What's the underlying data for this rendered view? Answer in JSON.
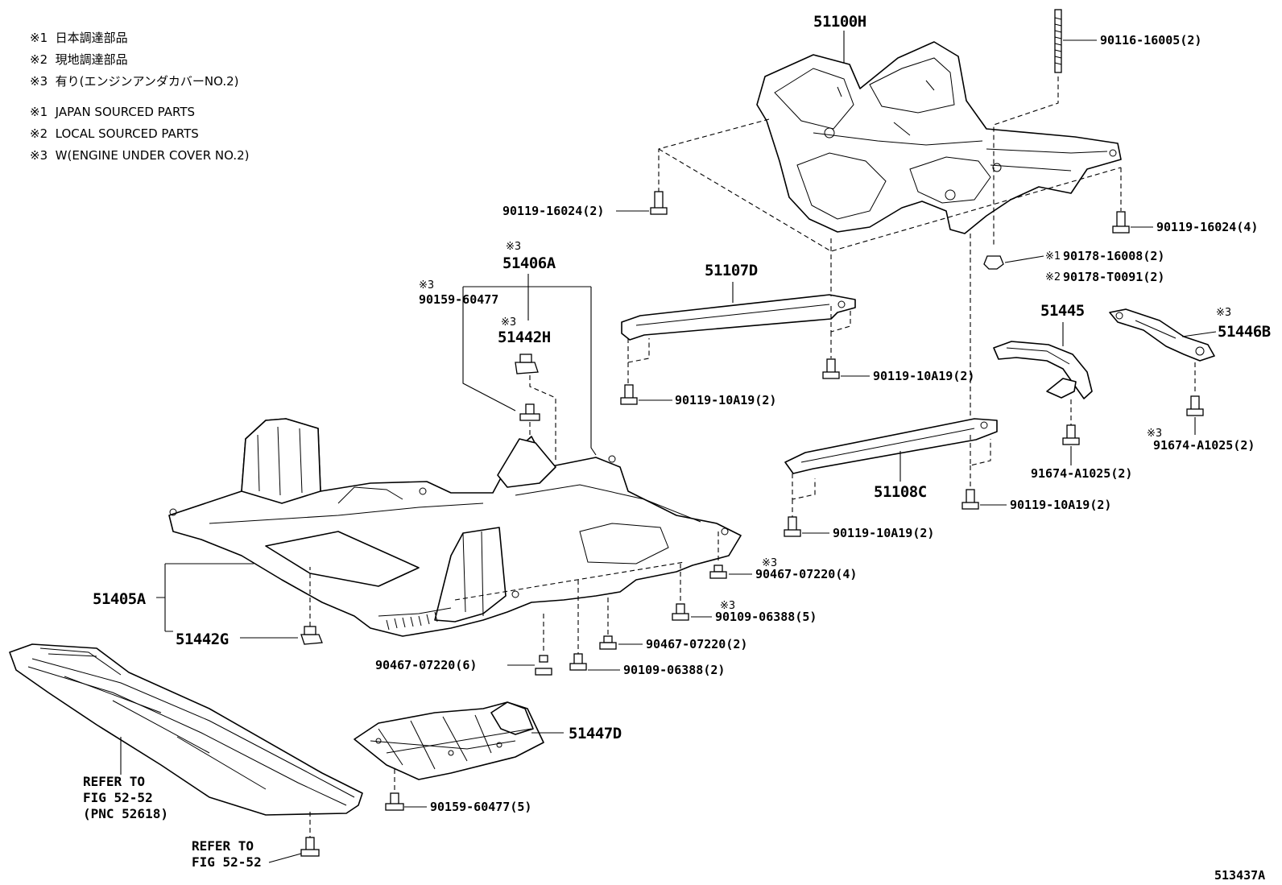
{
  "legend": {
    "jp": [
      {
        "mark": "※1",
        "text": "日本調達部品"
      },
      {
        "mark": "※2",
        "text": "現地調達部品"
      },
      {
        "mark": "※3",
        "text": "有り(エンジンアンダカバーNO.2)"
      }
    ],
    "en": [
      {
        "mark": "※1",
        "text": "JAPAN SOURCED PARTS"
      },
      {
        "mark": "※2",
        "text": "LOCAL SOURCED PARTS"
      },
      {
        "mark": "※3",
        "text": "W(ENGINE UNDER COVER NO.2)"
      }
    ]
  },
  "labels": {
    "p51100H": "51100H",
    "f90116": "90116-16005(2)",
    "f90119_16024_l": "90119-16024(2)",
    "f90119_16024_r": "90119-16024(4)",
    "f90178_16008": "90178-16008(2)",
    "f90178_T0091": "90178-T0091(2)",
    "m1": "※1",
    "m2": "※2",
    "m3a": "※3",
    "p51406A": "51406A",
    "m3b": "※3",
    "f90159_60477": "90159-60477",
    "m3c": "※3",
    "p51442H": "51442H",
    "p51107D": "51107D",
    "f90119_10A19_a": "90119-10A19(2)",
    "f90119_10A19_b": "90119-10A19(2)",
    "p51445": "51445",
    "m3d": "※3",
    "p51446B": "51446B",
    "f91674_a": "91674-A1025(2)",
    "m3e": "※3",
    "f91674_b": "91674-A1025(2)",
    "p51108C": "51108C",
    "f90119_10A19_c": "90119-10A19(2)",
    "f90119_10A19_d": "90119-10A19(2)",
    "m3f": "※3",
    "f90467_07220_4": "90467-07220(4)",
    "m3g": "※3",
    "f90109_06388_5": "90109-06388(5)",
    "f90467_07220_2": "90467-07220(2)",
    "f90109_06388_2": "90109-06388(2)",
    "f90467_07220_6": "90467-07220(6)",
    "p51405A": "51405A",
    "p51442G": "51442G",
    "p51447D": "51447D",
    "f90159_60477_5": "90159-60477(5)",
    "refer1_a": "REFER TO",
    "refer1_b": "FIG 52-52",
    "refer1_c": "(PNC 52618)",
    "refer2_a": "REFER TO",
    "refer2_b": "FIG 52-52",
    "diagram_id": "513437A"
  }
}
